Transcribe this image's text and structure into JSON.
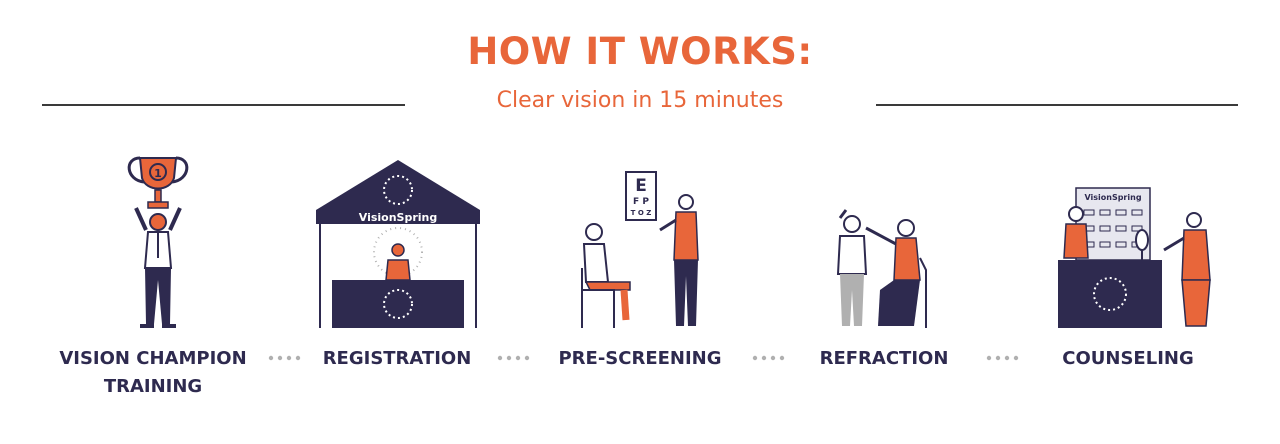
{
  "header": {
    "title": "HOW IT WORKS:",
    "subtitle": "Clear vision in 15 minutes"
  },
  "colors": {
    "orange": "#e8663a",
    "navy": "#2e2a4f",
    "grey": "#b0b0b0"
  },
  "brand": {
    "tent_banner": "VisionSpring",
    "booth_banner": "VisionSpring"
  },
  "eye_chart": {
    "line1": "E",
    "line2": "F P",
    "line3": "T O Z"
  },
  "steps": [
    {
      "label_line1": "VISION CHAMPION",
      "label_line2": "TRAINING"
    },
    {
      "label_line1": "REGISTRATION",
      "label_line2": ""
    },
    {
      "label_line1": "PRE-SCREENING",
      "label_line2": ""
    },
    {
      "label_line1": "REFRACTION",
      "label_line2": ""
    },
    {
      "label_line1": "COUNSELING",
      "label_line2": ""
    }
  ],
  "icons": {
    "step1": "trophy-champion-icon",
    "step2": "registration-tent-icon",
    "step3": "eye-chart-screening-icon",
    "step4": "refraction-exam-icon",
    "step5": "eyeglass-counseling-icon"
  }
}
